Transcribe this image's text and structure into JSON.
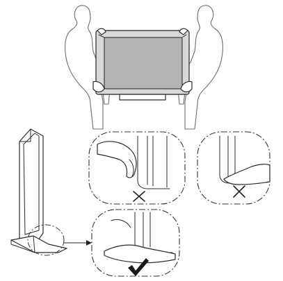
{
  "figure": {
    "panels": [
      {
        "id": "carry",
        "description_icon": "two-people-carrying-tv-icon"
      },
      {
        "id": "tv-side",
        "description_icon": "tv-side-view-icon"
      },
      {
        "id": "wrong-grip-front",
        "mark": "cross",
        "icon": "cross-icon"
      },
      {
        "id": "wrong-grip-side",
        "mark": "cross",
        "icon": "cross-icon"
      },
      {
        "id": "correct-grip",
        "mark": "check",
        "icon": "check-icon"
      }
    ]
  }
}
